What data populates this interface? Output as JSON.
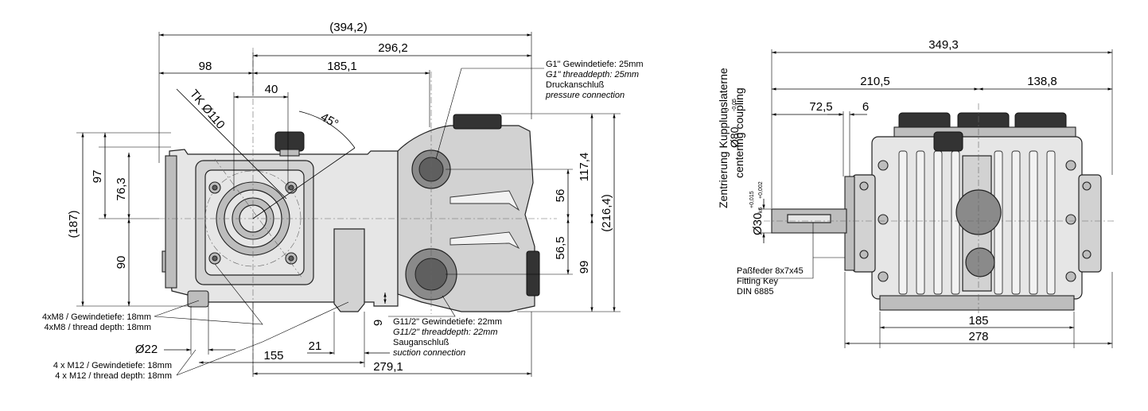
{
  "left_view": {
    "dims": {
      "overall_length": "(394,2)",
      "length_296": "296,2",
      "length_98": "98",
      "length_185": "185,1",
      "length_40": "40",
      "bolt_circle": "TK Ø110",
      "angle": "45°",
      "height_187": "(187)",
      "height_97": "97",
      "height_76": "76,3",
      "height_90": "90",
      "height_56": "56",
      "height_56_5": "56,5",
      "height_117": "117,4",
      "height_99": "99",
      "height_216": "(216,4)",
      "dim_9": "9",
      "dia_22": "Ø22",
      "dim_21": "21",
      "dim_155": "155",
      "dim_279": "279,1"
    },
    "notes": {
      "pressure_de_1": "G1\" Gewindetiefe: 25mm",
      "pressure_en_1": "G1\" threaddepth: 25mm",
      "pressure_de_2": "Druckanschluß",
      "pressure_en_2": "pressure connection",
      "suction_de_1": "G11/2\" Gewindetiefe: 22mm",
      "suction_en_1": "G11/2\" threaddepth: 22mm",
      "suction_de_2": "Sauganschluß",
      "suction_en_2": "suction connection",
      "m8_de": "4xM8 / Gewindetiefe: 18mm",
      "m8_en": "4xM8 / thread depth: 18mm",
      "m12_de": "4 x M12 / Gewindetiefe: 18mm",
      "m12_en": "4 x M12 / thread depth: 18mm"
    }
  },
  "right_view": {
    "dims": {
      "width_349": "349,3",
      "width_210": "210,5",
      "width_138": "138,8",
      "width_72": "72,5",
      "width_6": "6",
      "width_185": "185",
      "width_278": "278"
    },
    "centering": {
      "dia": "Ø80",
      "tol_upper": "0",
      "tol_lower": "-0,05",
      "label_de": "Zentrierung Kupplunslaterne",
      "label_en": "centering coupling"
    },
    "shaft": {
      "dia": "Ø30",
      "fit": "k6",
      "tol_upper": "+0,015",
      "tol_lower": "+0,002"
    },
    "key": {
      "line1": "Paßfeder 8x7x45",
      "line2": "Fitting Key",
      "line3": "DIN 6885"
    }
  }
}
